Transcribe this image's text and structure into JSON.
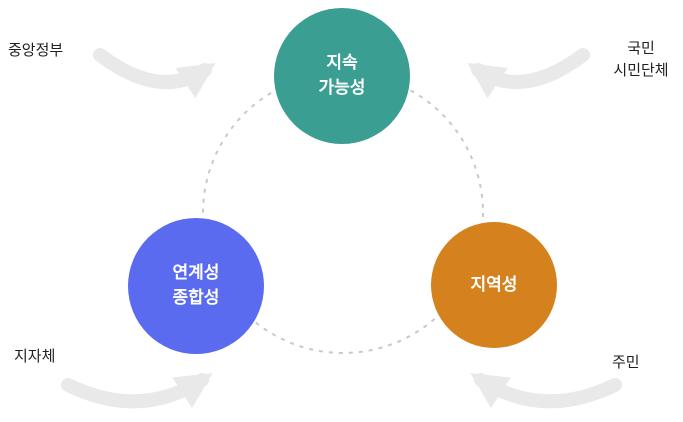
{
  "diagram": {
    "nodes": {
      "top": {
        "line1": "지속",
        "line2": "가능성"
      },
      "left": {
        "line1": "연계성",
        "line2": "종합성"
      },
      "right": {
        "line1": "지역성"
      }
    },
    "labels": {
      "top_left": "중앙정부",
      "top_right_line1": "국민",
      "top_right_line2": "시민단체",
      "bottom_left": "지자체",
      "bottom_right": "주민"
    },
    "colors": {
      "top_node": "#3A9E92",
      "left_node": "#5B6BF0",
      "right_node": "#D4811E",
      "node_text": "#FFFFFF",
      "dashed_ring": "#C9C9C9",
      "arrow": "#E9E9E9",
      "label_text": "#1F1F1F"
    }
  }
}
